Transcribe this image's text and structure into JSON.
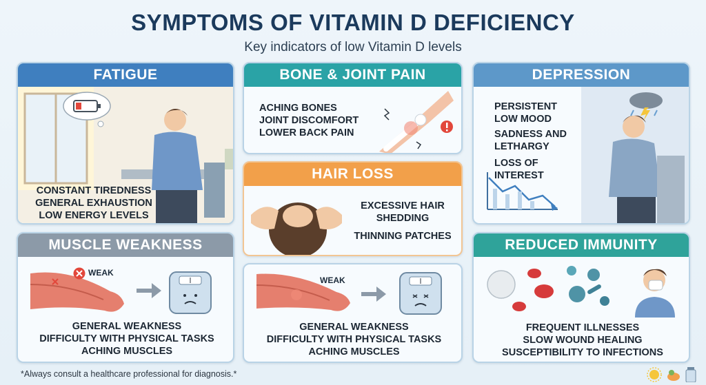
{
  "header": {
    "title": "SYMPTOMS OF VITAMIN D DEFICIENCY",
    "subtitle": "Key indicators of low Vitamin D levels"
  },
  "colors": {
    "fatigue": "#3f7fbf",
    "bone": "#2aa3a6",
    "depression": "#5d98c9",
    "hair": "#f2a04a",
    "muscle": "#8c9aa8",
    "immunity": "#2fa39a"
  },
  "cards": {
    "fatigue": {
      "title": "FATIGUE",
      "lines": [
        "Constant tiredness",
        "General exhaustion",
        "Low energy levels"
      ]
    },
    "bone": {
      "title": "BONE & JOINT PAIN",
      "lines": [
        "Aching bones",
        "Joint discomfort",
        "Lower back pain"
      ]
    },
    "depression": {
      "title": "DEPRESSION",
      "lines": [
        "Persistent",
        "low mood",
        "Sadness and",
        "lethargy",
        "Loss of interest"
      ]
    },
    "hair": {
      "title": "HAIR LOSS",
      "lines": [
        "Excessive hair",
        "shedding",
        "Thinning patches"
      ]
    },
    "muscle": {
      "title": "MUSCLE WEAKNESS",
      "weak_label": "WEAK",
      "lines": [
        "General weakness",
        "Difficulty with physical tasks",
        "Aching muscles"
      ]
    },
    "muscle2": {
      "weak_label": "WEAK",
      "lines": [
        "General weakness",
        "Difficulty with physical tasks",
        "Aching muscles"
      ]
    },
    "immunity": {
      "title": "REDUCED IMMUNITY",
      "lines": [
        "Frequent illnesses",
        "Slow wound healing",
        "Susceptibility to infections"
      ]
    }
  },
  "footer": {
    "note": "*Always consult a healthcare professional for diagnosis.*"
  },
  "icons": [
    "battery-low-icon",
    "broken-bone-icon",
    "alert-icon",
    "storm-cloud-icon",
    "declining-chart-icon",
    "scale-icon",
    "arrow-right-icon",
    "virus-icon",
    "blood-cell-icon"
  ]
}
